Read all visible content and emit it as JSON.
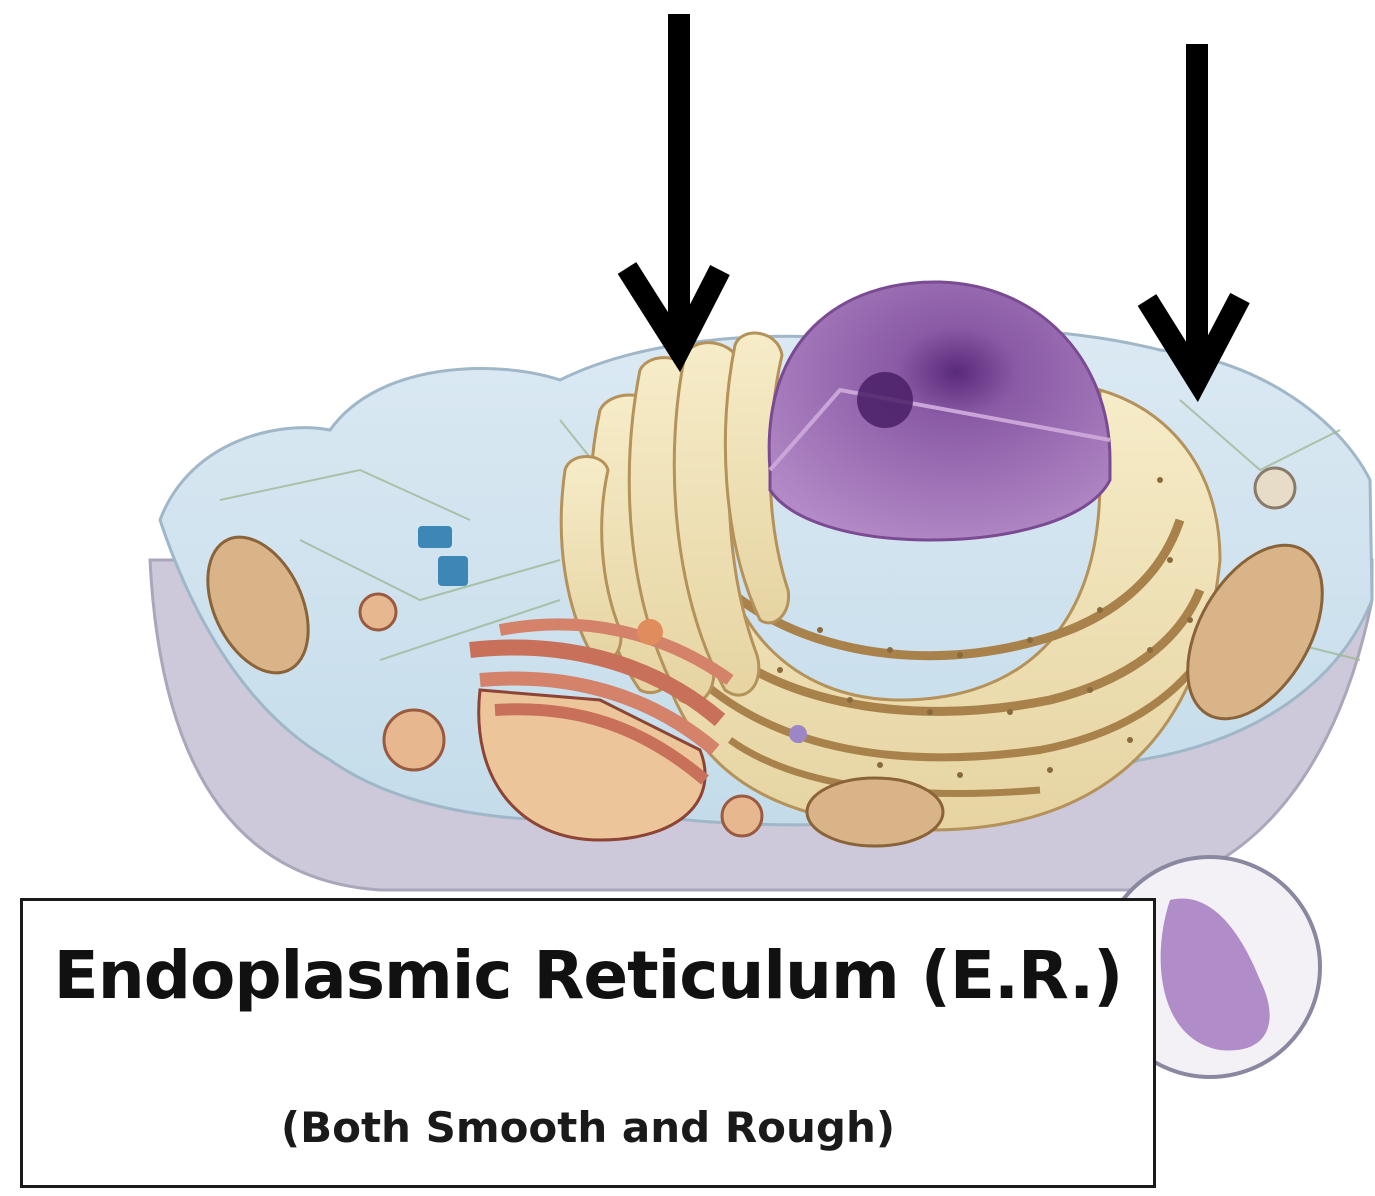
{
  "label": {
    "title": "Endoplasmic Reticulum (E.R.)",
    "subtitle": "(Both Smooth and Rough)"
  },
  "arrows": [
    {
      "name": "arrow-left",
      "points_to": "smooth-er"
    },
    {
      "name": "arrow-right",
      "points_to": "rough-er"
    }
  ],
  "colors": {
    "cytoplasm": "#cfe3ef",
    "membrane": "#c9c6d8",
    "er": "#efe2b8",
    "er_dark": "#a8824a",
    "nucleus": "#9c6cb2",
    "golgi": "#c9705a",
    "mitochondria": "#b78a5c",
    "arrow": "#000000"
  }
}
